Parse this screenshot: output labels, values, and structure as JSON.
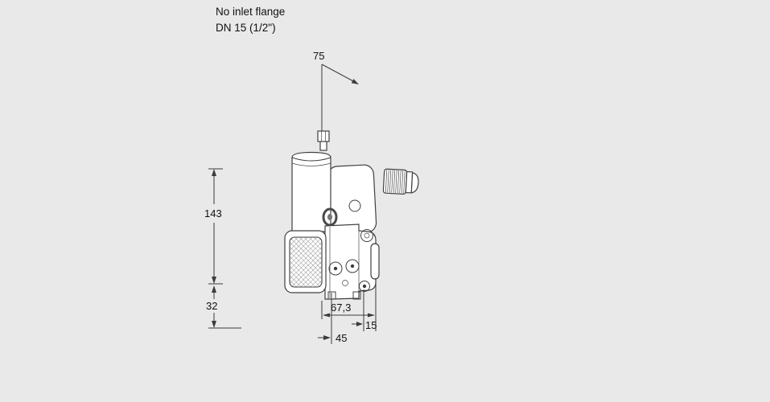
{
  "title": {
    "line1": "No inlet flange",
    "line2": "DN 15 (1/2\")"
  },
  "dimensions": {
    "top_width": "75",
    "height_main": "143",
    "height_bottom": "32",
    "depth": "67,3",
    "width_bottom": "45",
    "offset_right": "15"
  },
  "colors": {
    "background": "#e9e9e9",
    "line": "#3c3c3c",
    "text": "#000000"
  }
}
